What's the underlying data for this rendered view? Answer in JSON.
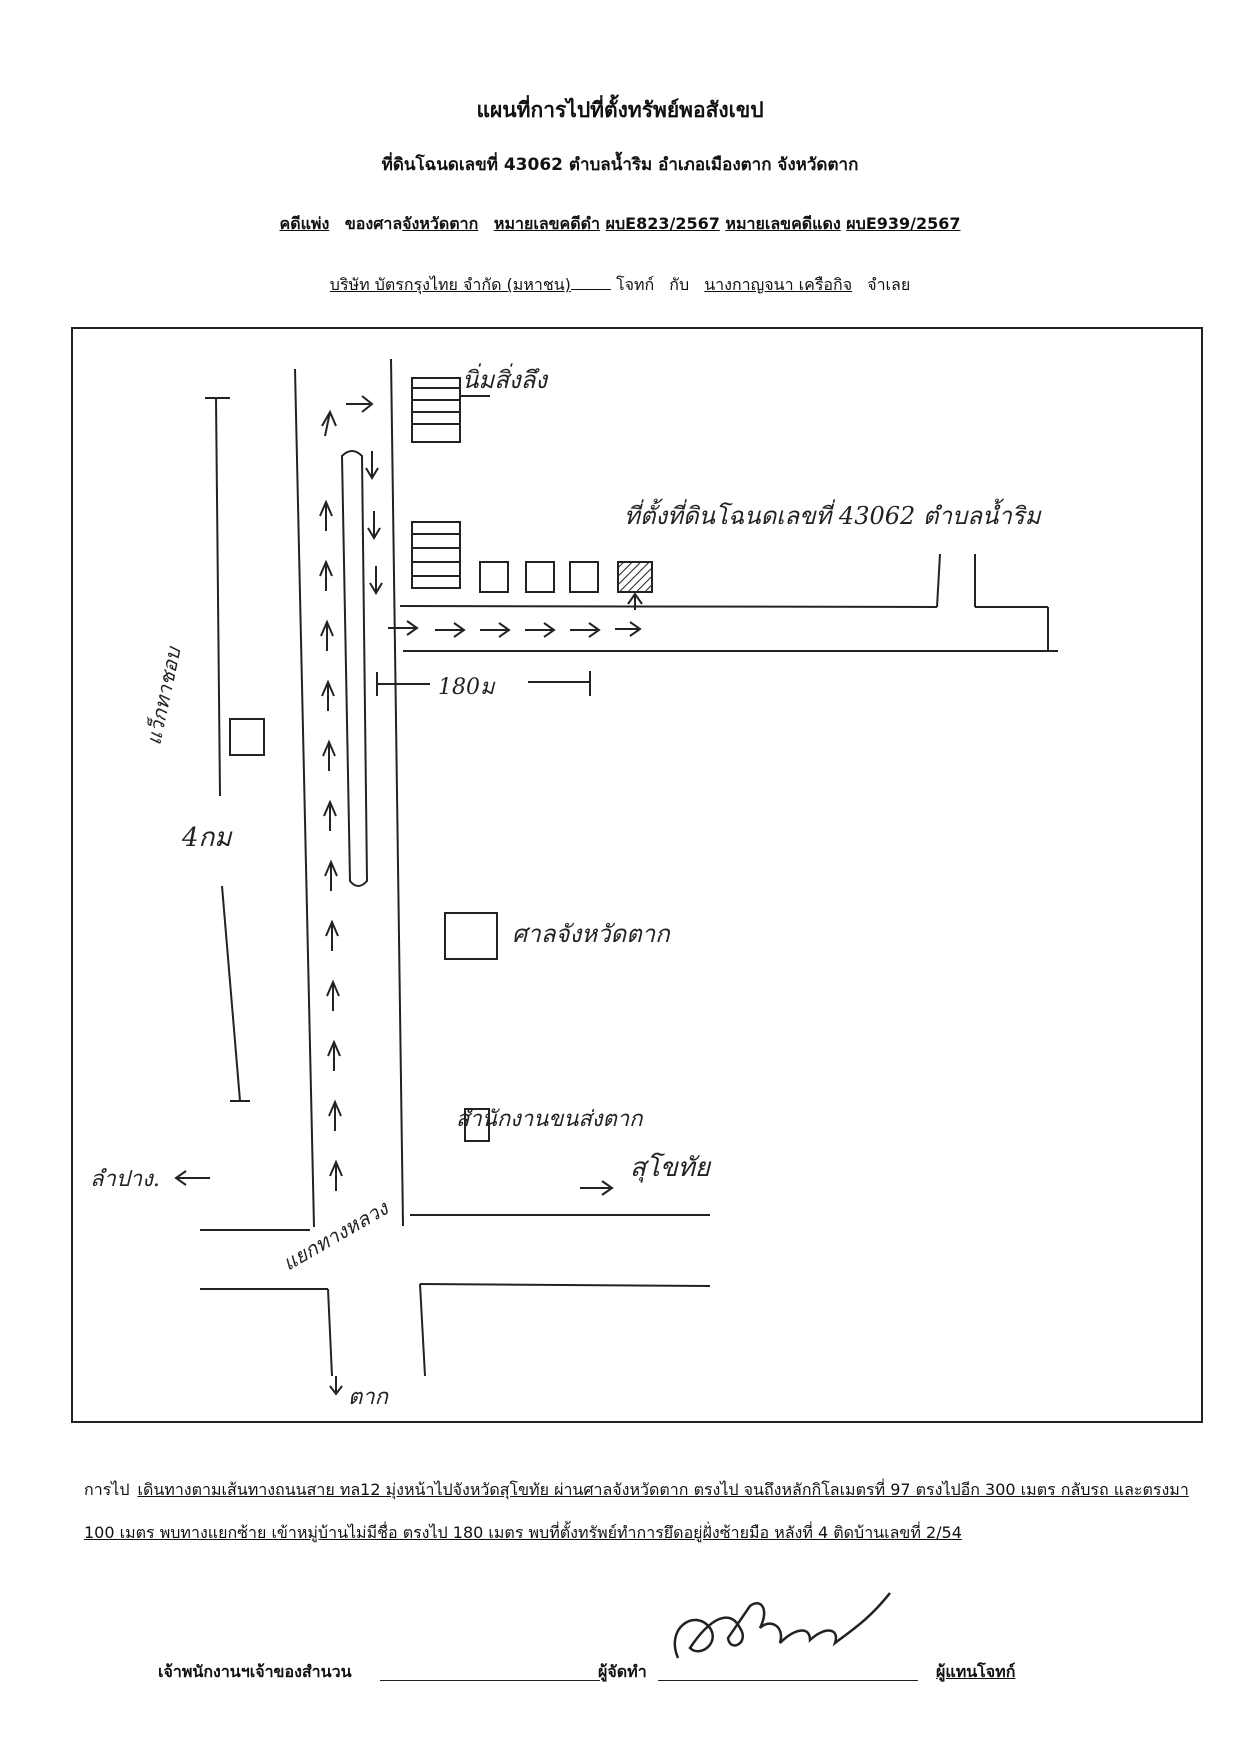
{
  "header": {
    "title": "แผนที่การไปที่ตั้งทรัพย์พอสังเขป",
    "deed_line": "ที่ดินโฉนดเลขที่ 43062  ตำบลน้ำริม  อำเภอเมืองตาก  จังหวัดตาก",
    "case_label": "คดีแพ่ง",
    "court_prefix": "ของศาล",
    "court_name": "จังหวัดตาก",
    "black_no_label": "หมายเลขคดีดำ",
    "black_no": "ผบE823/2567",
    "red_no_label": "หมายเลขคดีแดง",
    "red_no": "ผบE939/2567",
    "plaintiff": "บริษัท บัตรกรุงไทย จำกัด (มหาชน)",
    "plaintiff_role": "โจทก์",
    "versus": "กับ",
    "defendant": "นางกาญจนา เครือกิจ",
    "defendant_role": "จำเลย"
  },
  "map": {
    "label_temple": "นิ่มสิ่งลึง",
    "label_property": "ที่ตั้งที่ดินโฉนดเลขที่ 43062 ตำบลน้ำริม",
    "label_distance_side": "180ม",
    "label_left_landmark": "แว็กทาชอบ",
    "label_distance_main": "4กม",
    "label_court": "ศาลจังหวัดตาก",
    "label_transport": "สำนักงานขนส่งตาก",
    "label_lampang": "ลำปาง.",
    "label_intersection": "แยกทางหลวง",
    "label_sukhothai": "สุโขทัย",
    "label_tak": "ตาก"
  },
  "route": {
    "label": "การไป",
    "text": "เดินทางตามเส้นทางถนนสาย ทล12 มุ่งหน้าไปจังหวัดสุโขทัย ผ่านศาลจังหวัดตาก ตรงไป จนถึงหลักกิโลเมตรที่ 97 ตรงไปอีก 300 เมตร กลับรถ และตรงมา 100 เมตร พบทางแยกซ้าย เข้าหมู่บ้านไม่มีชื่อ ตรงไป 180 เมตร พบที่ตั้งทรัพย์ทำการยึดอยู่ฝั่งซ้ายมือ หลังที่ 4 ติดบ้านเลขที่ 2/54"
  },
  "footer": {
    "officer_label": "เจ้าพนักงานฯเจ้าของสำนวน",
    "maker_label": "ผู้จัดทำ",
    "rep_label": "ผู้แทนโจทก์"
  }
}
